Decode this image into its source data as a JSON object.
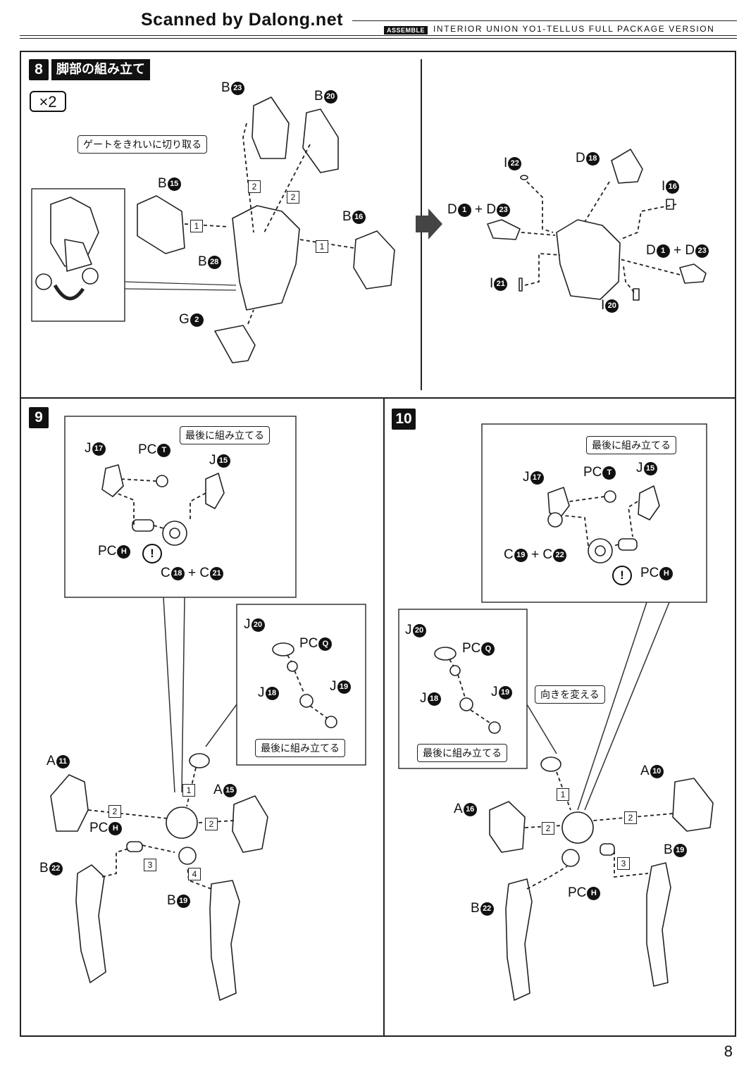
{
  "header": {
    "watermark": "Scanned by Dalong.net",
    "assemble_tag": "ASSEMBLE",
    "title": "INTERIOR UNION YO1-TELLUS FULL PACKAGE VERSION"
  },
  "page_number": "8",
  "step8": {
    "number": "8",
    "title": "脚部の組み立て",
    "multiplier": "×2",
    "note_gate": "ゲートをきれいに切り取る",
    "parts_left": [
      {
        "letter": "B",
        "num": "23"
      },
      {
        "letter": "B",
        "num": "20"
      },
      {
        "letter": "B",
        "num": "15"
      },
      {
        "letter": "B",
        "num": "16"
      },
      {
        "letter": "B",
        "num": "28"
      },
      {
        "letter": "G",
        "num": "2"
      }
    ],
    "parts_right": [
      {
        "letter": "D",
        "num": "18"
      },
      {
        "letter": "I",
        "num": "22"
      },
      {
        "letter": "I",
        "num": "16"
      },
      {
        "letter": "D",
        "num": "1",
        "letter2": "D",
        "num2": "23"
      },
      {
        "letter": "D",
        "num": "1",
        "letter2": "D",
        "num2": "23"
      },
      {
        "letter": "I",
        "num": "21"
      },
      {
        "letter": "I",
        "num": "20"
      }
    ],
    "seq": [
      "1",
      "2",
      "2",
      "1"
    ]
  },
  "step9": {
    "number": "9",
    "note_last_a": "最後に組み立てる",
    "note_last_b": "最後に組み立てる",
    "inset_a": [
      {
        "letter": "J",
        "num": "17"
      },
      {
        "letter": "PC",
        "num": "T"
      },
      {
        "letter": "J",
        "num": "15"
      },
      {
        "letter": "PC",
        "num": "H"
      },
      {
        "letter": "C",
        "num": "18",
        "letter2": "C",
        "num2": "21"
      }
    ],
    "inset_b": [
      {
        "letter": "J",
        "num": "20"
      },
      {
        "letter": "PC",
        "num": "Q"
      },
      {
        "letter": "J",
        "num": "18"
      },
      {
        "letter": "J",
        "num": "19"
      }
    ],
    "main": [
      {
        "letter": "A",
        "num": "11"
      },
      {
        "letter": "A",
        "num": "15"
      },
      {
        "letter": "PC",
        "num": "H"
      },
      {
        "letter": "B",
        "num": "22"
      },
      {
        "letter": "B",
        "num": "19"
      }
    ],
    "seq": [
      "1",
      "2",
      "2",
      "3",
      "4"
    ],
    "warn": "!"
  },
  "step10": {
    "number": "10",
    "note_last_a": "最後に組み立てる",
    "note_last_b": "最後に組み立てる",
    "note_turn": "向きを変える",
    "inset_a": [
      {
        "letter": "J",
        "num": "17"
      },
      {
        "letter": "PC",
        "num": "T"
      },
      {
        "letter": "J",
        "num": "15"
      },
      {
        "letter": "C",
        "num": "19",
        "letter2": "C",
        "num2": "22"
      },
      {
        "letter": "PC",
        "num": "H"
      }
    ],
    "inset_b": [
      {
        "letter": "J",
        "num": "20"
      },
      {
        "letter": "PC",
        "num": "Q"
      },
      {
        "letter": "J",
        "num": "18"
      },
      {
        "letter": "J",
        "num": "19"
      }
    ],
    "main": [
      {
        "letter": "A",
        "num": "10"
      },
      {
        "letter": "A",
        "num": "16"
      },
      {
        "letter": "B",
        "num": "19"
      },
      {
        "letter": "PC",
        "num": "H"
      },
      {
        "letter": "B",
        "num": "22"
      }
    ],
    "seq": [
      "1",
      "2",
      "2",
      "3"
    ],
    "warn": "!"
  }
}
